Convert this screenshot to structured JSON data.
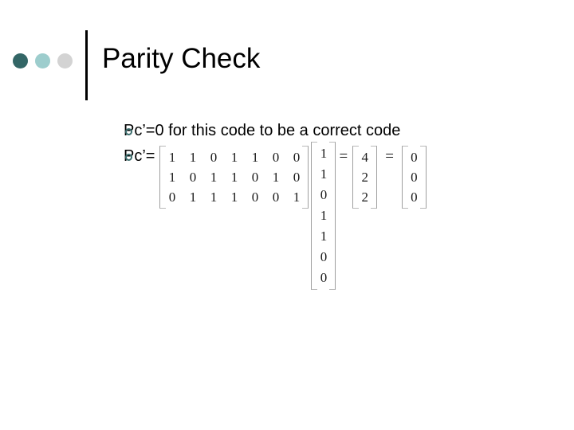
{
  "slide": {
    "title": "Parity Check",
    "decor_dots": [
      {
        "name": "dot-dark-teal",
        "color": "#336666"
      },
      {
        "name": "dot-light-teal",
        "color": "#9DCDCD"
      },
      {
        "name": "dot-light-gray",
        "color": "#D3D3D3"
      }
    ],
    "title_rule_color": "#000000",
    "bullet_marker_color": "#3d6e6e"
  },
  "bullets": [
    {
      "text": "Pc’=0 for this code to be a correct code"
    },
    {
      "text": "Pc’="
    }
  ],
  "equation": {
    "matrix_p": {
      "label": "parity-check-matrix",
      "rows": [
        [
          "1",
          "1",
          "0",
          "1",
          "1",
          "0",
          "0"
        ],
        [
          "1",
          "0",
          "1",
          "1",
          "0",
          "1",
          "0"
        ],
        [
          "0",
          "1",
          "1",
          "1",
          "0",
          "0",
          "1"
        ]
      ]
    },
    "vector_c": {
      "label": "codeword-column-vector",
      "values": [
        "1",
        "1",
        "0",
        "1",
        "1",
        "0",
        "0"
      ]
    },
    "equals_1": "=",
    "vector_result": {
      "label": "product-vector",
      "values": [
        "4",
        "2",
        "2"
      ]
    },
    "equals_2": "=",
    "vector_zero": {
      "label": "zero-vector",
      "values": [
        "0",
        "0",
        "0"
      ]
    }
  }
}
